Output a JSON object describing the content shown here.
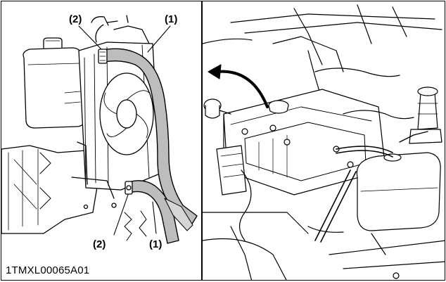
{
  "figure": {
    "code": "1TMXL00065A01",
    "callouts": {
      "top_clamp": "(2)",
      "top_hose": "(1)",
      "bottom_clamp": "(2)",
      "bottom_hose": "(1)"
    }
  }
}
